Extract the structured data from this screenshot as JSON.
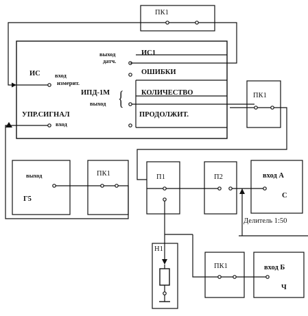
{
  "diagram": {
    "main_block": {
      "is1": "ИС1",
      "sensor_output_line1": "выход",
      "sensor_output_line2": "датч.",
      "is_label": "ИС",
      "measure_input_line1": "вход",
      "measure_input_line2": "измерит.",
      "device_name": "ИПД-1М",
      "device_output": "выход",
      "control_signal": "УПР.СИГНАЛ",
      "control_input": "вход",
      "errors": "ОШИБКИ",
      "count": "КОЛИЧЕСТВО",
      "duration": "ПРОДОЛЖИТ."
    },
    "switches": {
      "top": "ПК1",
      "right": "ПК1",
      "generator_side": "ПК1",
      "bottom": "ПК1"
    },
    "generator": {
      "output": "выход",
      "name": "Г5"
    },
    "p1": "П1",
    "p2": "П2",
    "h1": "Н1",
    "counter_a": {
      "input": "вход А",
      "letter": "С"
    },
    "counter_b": {
      "input": "вход Б",
      "letter": "Ч"
    },
    "divider": "Делитель 1:50"
  }
}
